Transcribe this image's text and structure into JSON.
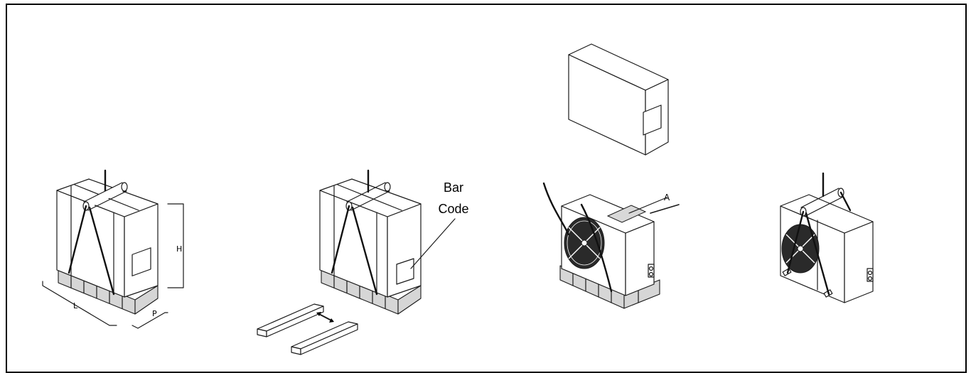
{
  "labels": {
    "height": "H",
    "length": "L",
    "depth": "P",
    "bar_code": "Bar\nCode",
    "bar_code_line1": "Bar",
    "bar_code_line2": "Code",
    "marker_a": "A"
  },
  "colors": {
    "border": "#000000",
    "line": "#1a1a1a",
    "pallet_fill": "#d6d6d6",
    "label_area_fill": "#d8d8d8",
    "fan_fill": "#2a2a2a"
  }
}
